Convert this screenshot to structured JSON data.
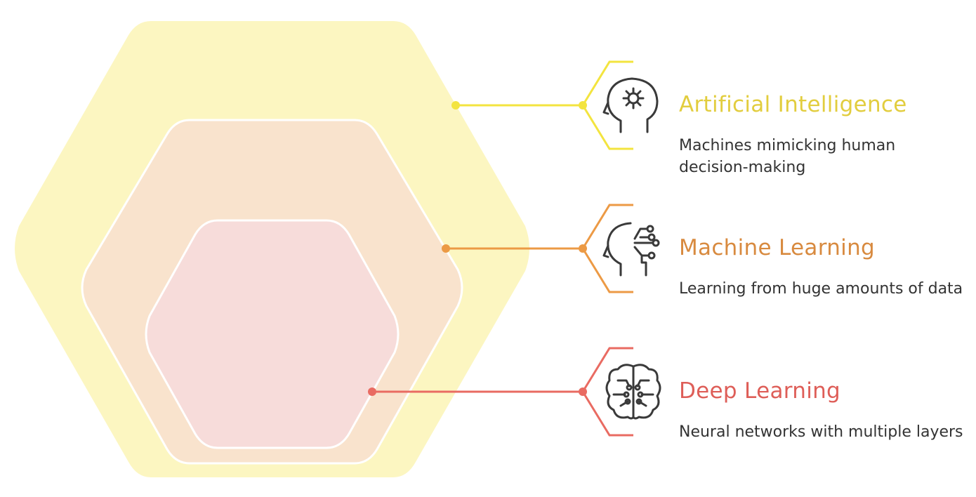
{
  "colors": {
    "ai_fill": "#fcf6c1",
    "ml_fill": "#f9e3cd",
    "dl_fill": "#f7dcda",
    "ai_accent": "#f3e43f",
    "ml_accent": "#ec9a45",
    "dl_accent": "#e96b62",
    "icon_stroke": "#3a3a3a",
    "text": "#333333"
  },
  "items": [
    {
      "title": "Artificial Intelligence",
      "description": "Machines mimicking human decision-making",
      "icon": "head-gear-icon",
      "title_color": "#e2cd3e"
    },
    {
      "title": "Machine Learning",
      "description": "Learning from huge amounts of data",
      "icon": "head-circuit-icon",
      "title_color": "#d88a3f"
    },
    {
      "title": "Deep Learning",
      "description": "Neural networks with multiple layers",
      "icon": "brain-circuit-icon",
      "title_color": "#de5e58"
    }
  ]
}
